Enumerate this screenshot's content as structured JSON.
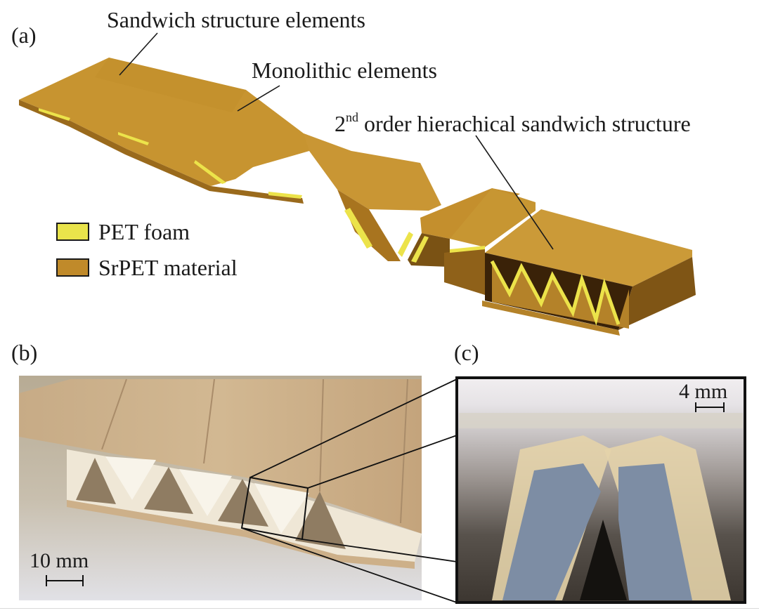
{
  "panels": {
    "a": {
      "letter": "(a)",
      "callouts": {
        "sandwich": "Sandwich structure elements",
        "monolithic": "Monolithic elements",
        "hier_prefix": "2",
        "hier_sup": "nd",
        "hier_rest": " order hierachical sandwich structure"
      },
      "legend": [
        {
          "label": "PET foam",
          "color": "#e9e44b"
        },
        {
          "label": "SrPET material",
          "color": "#c08a2a"
        }
      ]
    },
    "b": {
      "letter": "(b)",
      "scale_label": "10 mm"
    },
    "c": {
      "letter": "(c)",
      "scale_label": "4 mm"
    }
  },
  "colors": {
    "srpet": "#c08a2a",
    "srpet_dark": "#8a5f16",
    "srpet_light": "#cf9c3a",
    "foam": "#e9e44b"
  }
}
